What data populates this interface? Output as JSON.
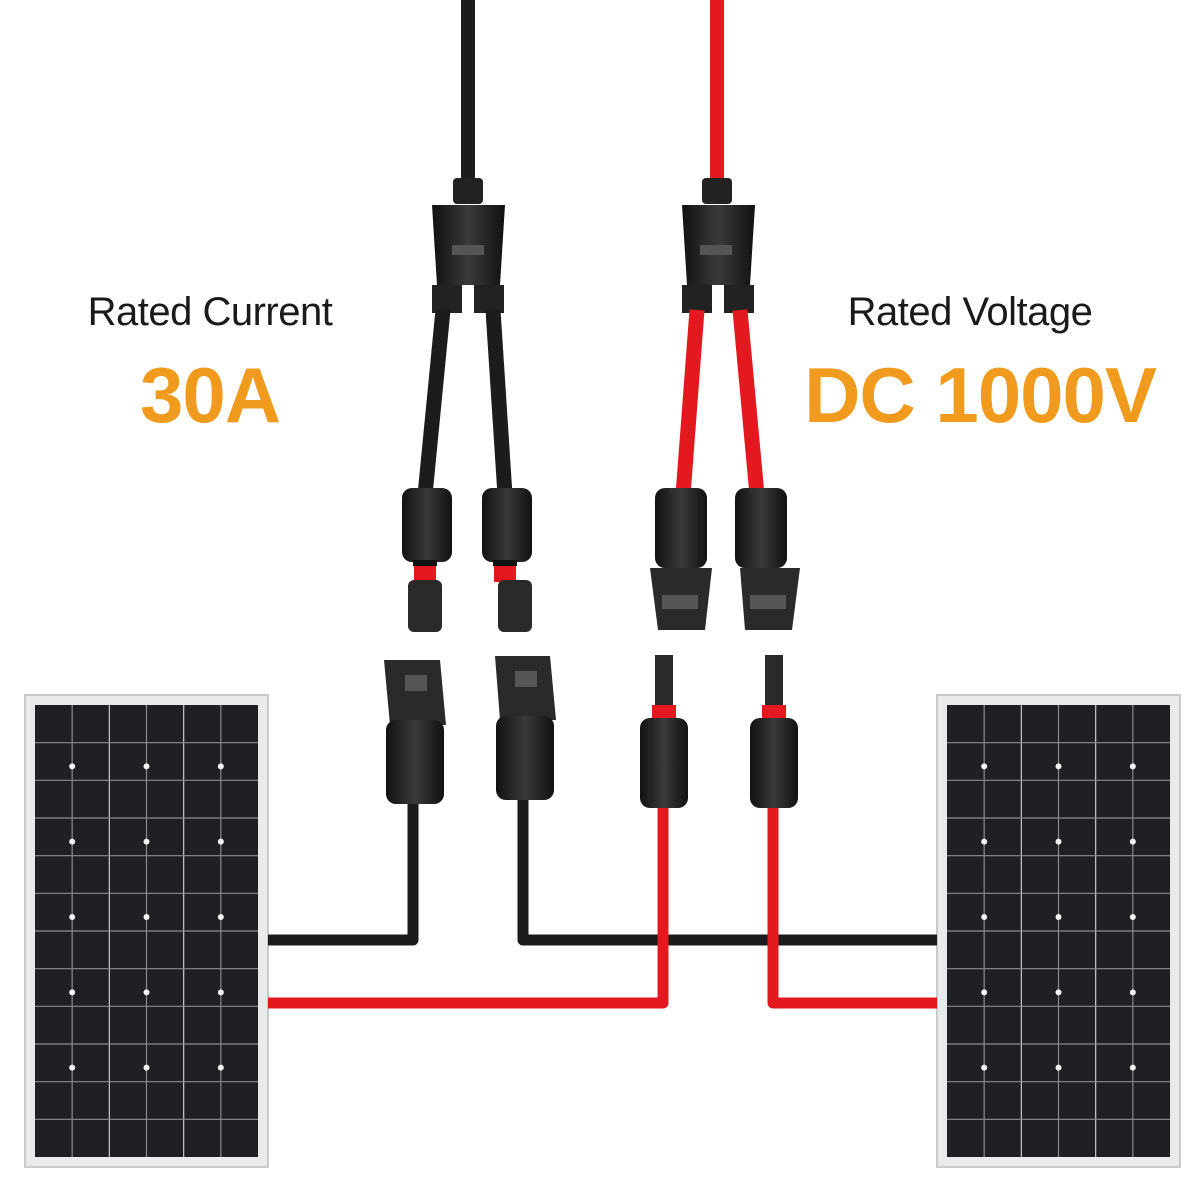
{
  "labels": {
    "current_title": "Rated Current",
    "current_value": "30A",
    "voltage_title": "Rated Voltage",
    "voltage_value": "DC 1000V"
  },
  "colors": {
    "accent_orange": "#f09a1e",
    "wire_black": "#1c1c1c",
    "wire_red": "#e4191f",
    "panel_cell": "#1f2024",
    "panel_frame": "#d9dadb"
  },
  "icons": {
    "left_panel": "solar-panel-icon",
    "right_panel": "solar-panel-icon",
    "black_branch": "y-branch-connector-icon",
    "red_branch": "y-branch-connector-icon"
  }
}
